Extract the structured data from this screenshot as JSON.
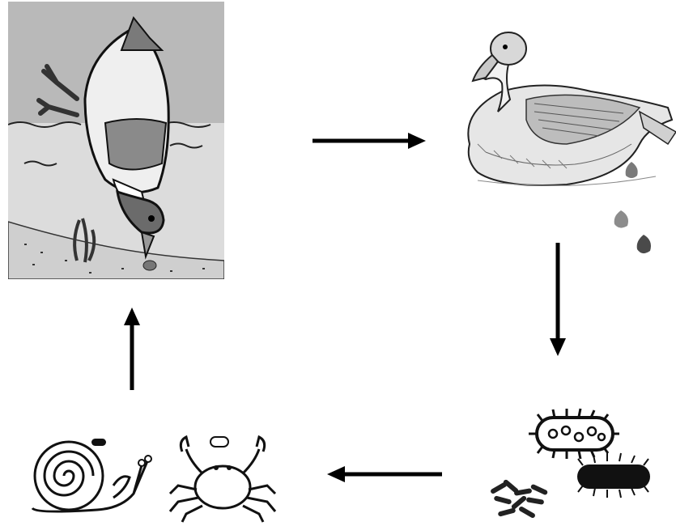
{
  "diagram": {
    "stages": [
      {
        "id": "duck",
        "icon": "diving-duck-icon"
      },
      {
        "id": "goose",
        "icon": "goose-icon"
      },
      {
        "id": "droppings",
        "icon": "droppings-icon"
      },
      {
        "id": "bacteria",
        "icon": "bacteria-icon"
      },
      {
        "id": "snail",
        "icon": "snail-icon"
      },
      {
        "id": "crab",
        "icon": "crab-icon"
      }
    ],
    "flow": [
      {
        "from": "duck",
        "to": "goose",
        "direction": "right"
      },
      {
        "from": "goose",
        "to": "bacteria",
        "direction": "down"
      },
      {
        "from": "bacteria",
        "to": "snail-crab",
        "direction": "left"
      },
      {
        "from": "snail-crab",
        "to": "duck",
        "direction": "up"
      }
    ],
    "colors": {
      "sky": "#b8b8b8",
      "water": "#dedede",
      "arrow": "#000000",
      "duck_head": "#6b6b6b",
      "droppings_dark": "#4a4a4a",
      "droppings_light": "#8c8c8c"
    }
  }
}
